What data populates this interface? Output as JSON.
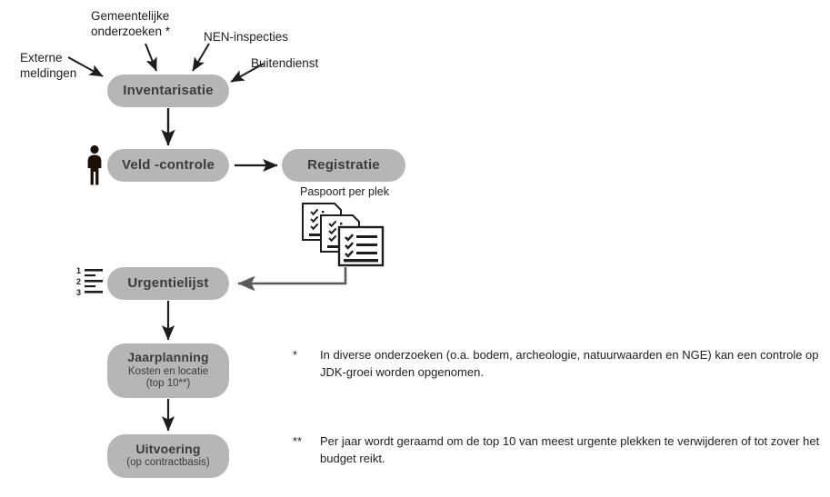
{
  "diagram": {
    "title": "JDK beheerproces stroomschema",
    "colors": {
      "node_fill": "#b6b6b6",
      "node_text": "#3b3b3b",
      "arrow_dark": "#1d1d1d",
      "arrow_gray": "#5a5a5a",
      "text": "#1d1d1d",
      "background": "#ffffff"
    }
  },
  "nodes": {
    "inventarisatie": {
      "title": "Inventarisatie"
    },
    "veldcontrole": {
      "title": "Veld -controle"
    },
    "registratie": {
      "title": "Registratie",
      "caption": "Paspoort per plek"
    },
    "urgentielijst": {
      "title": "Urgentielijst"
    },
    "jaarplanning": {
      "title": "Jaarplanning",
      "sub1": "Kosten en locatie",
      "sub2": "(top 10**)"
    },
    "uitvoering": {
      "title": "Uitvoering",
      "sub1": "(op contractbasis)"
    }
  },
  "inputs": [
    {
      "id": "externe",
      "label": "Externe\nmeldingen"
    },
    {
      "id": "gemeentelijke",
      "label": "Gemeentelijke\nonderzoeken *"
    },
    {
      "id": "nen",
      "label": "NEN-inspecties"
    },
    {
      "id": "buitendienst",
      "label": "Buitendienst"
    }
  ],
  "icons": {
    "person": "person-icon",
    "numbered_list": "numbered-list-icon",
    "documents": "checklist-documents-icon"
  },
  "footnotes": [
    {
      "marker": "*",
      "text": "In diverse onderzoeken (o.a. bodem, archeologie, natuurwaarden en NGE) kan een controle op JDK-groei worden opgenomen."
    },
    {
      "marker": "**",
      "text": "Per jaar wordt geraamd om de top 10 van meest urgente plekken te verwijderen of tot zover het budget reikt."
    }
  ],
  "flow": [
    {
      "from": "externe",
      "to": "inventarisatie"
    },
    {
      "from": "gemeentelijke",
      "to": "inventarisatie"
    },
    {
      "from": "nen",
      "to": "inventarisatie"
    },
    {
      "from": "buitendienst",
      "to": "inventarisatie"
    },
    {
      "from": "inventarisatie",
      "to": "veldcontrole"
    },
    {
      "from": "veldcontrole",
      "to": "registratie"
    },
    {
      "from": "registratie",
      "to": "urgentielijst"
    },
    {
      "from": "urgentielijst",
      "to": "jaarplanning"
    },
    {
      "from": "jaarplanning",
      "to": "uitvoering"
    }
  ]
}
